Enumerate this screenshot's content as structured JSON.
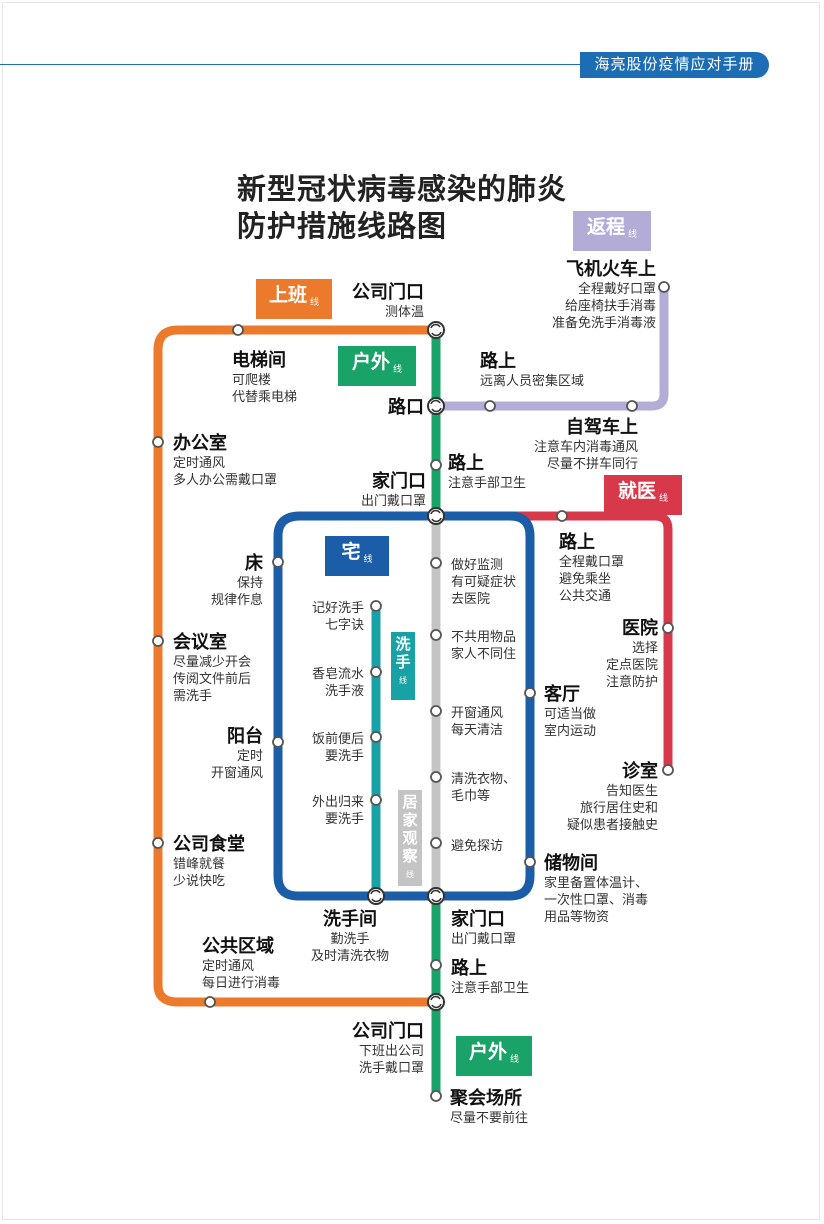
{
  "header": {
    "badge": "海亮股份疫情应对手册"
  },
  "title": {
    "line1": "新型冠状病毒感染的肺炎",
    "line2": "防护措施线路图"
  },
  "lines": {
    "return": {
      "label": "返程",
      "suffix": "线",
      "color": "#b3acd6"
    },
    "work": {
      "label": "上班",
      "suffix": "线",
      "color": "#ec7a2c"
    },
    "outdoor": {
      "label": "户外",
      "suffix": "线",
      "color": "#1aa369"
    },
    "medical": {
      "label": "就医",
      "suffix": "线",
      "color": "#d7394b"
    },
    "home": {
      "label": "宅",
      "suffix": "线",
      "color": "#1b5da6"
    },
    "handwash": {
      "label": "洗手",
      "suffix": "线",
      "color": "#18a2a5"
    },
    "observe": {
      "label": "居家观察",
      "suffix": "线",
      "color": "#c4c4c4"
    }
  },
  "stations": {
    "company_gate_top": {
      "title": "公司门口",
      "desc": [
        "测体温"
      ]
    },
    "plane_train": {
      "title": "飞机火车上",
      "desc": [
        "全程戴好口罩",
        "给座椅扶手消毒",
        "准备免洗手消毒液"
      ]
    },
    "elevator": {
      "title": "电梯间",
      "desc": [
        "可爬楼",
        "代替乘电梯"
      ]
    },
    "road_return": {
      "title": "路上",
      "desc": [
        "远离人员密集区域"
      ]
    },
    "crossing": {
      "title": "路口",
      "desc": []
    },
    "self_drive": {
      "title": "自驾车上",
      "desc": [
        "注意车内消毒通风",
        "尽量不拼车同行"
      ]
    },
    "office": {
      "title": "办公室",
      "desc": [
        "定时通风",
        "多人办公需戴口罩"
      ]
    },
    "home_gate_top": {
      "title": "家门口",
      "desc": [
        "出门戴口罩"
      ]
    },
    "road_top": {
      "title": "路上",
      "desc": [
        "注意手部卫生"
      ]
    },
    "road_medical": {
      "title": "路上",
      "desc": [
        "全程戴口罩",
        "避免乘坐",
        "公共交通"
      ]
    },
    "bed": {
      "title": "床",
      "desc": [
        "保持",
        "规律作息"
      ]
    },
    "hospital": {
      "title": "医院",
      "desc": [
        "选择",
        "定点医院",
        "注意防护"
      ]
    },
    "meeting": {
      "title": "会议室",
      "desc": [
        "尽量减少开会",
        "传阅文件前后",
        "需洗手"
      ]
    },
    "living_room": {
      "title": "客厅",
      "desc": [
        "可适当做",
        "室内运动"
      ]
    },
    "balcony": {
      "title": "阳台",
      "desc": [
        "定时",
        "开窗通风"
      ]
    },
    "clinic": {
      "title": "诊室",
      "desc": [
        "告知医生",
        "旅行居住史和",
        "疑似患者接触史"
      ]
    },
    "canteen": {
      "title": "公司食堂",
      "desc": [
        "错峰就餐",
        "少说快吃"
      ]
    },
    "storage": {
      "title": "储物间",
      "desc": [
        "家里备置体温计、",
        "一次性口罩、消毒",
        "用品等物资"
      ]
    },
    "washroom": {
      "title": "洗手间",
      "desc": [
        "勤洗手",
        "及时清洗衣物"
      ]
    },
    "home_gate_bottom": {
      "title": "家门口",
      "desc": [
        "出门戴口罩"
      ]
    },
    "public_area": {
      "title": "公共区域",
      "desc": [
        "定时通风",
        "每日进行消毒"
      ]
    },
    "road_bottom": {
      "title": "路上",
      "desc": [
        "注意手部卫生"
      ]
    },
    "company_gate_bottom": {
      "title": "公司门口",
      "desc": [
        "下班出公司",
        "洗手戴口罩"
      ]
    },
    "gathering": {
      "title": "聚会场所",
      "desc": [
        "尽量不要前往"
      ]
    }
  },
  "handwash_stops": [
    [
      "记好洗手",
      "七字诀"
    ],
    [
      "香皂流水",
      "洗手液"
    ],
    [
      "饭前便后",
      "要洗手"
    ],
    [
      "外出归来",
      "要洗手"
    ]
  ],
  "observe_stops": [
    [
      "做好监测",
      "有可疑症状",
      "去医院"
    ],
    [
      "不共用物品",
      "家人不同住"
    ],
    [
      "开窗通风",
      "每天清洁"
    ],
    [
      "清洗衣物、",
      "毛巾等"
    ],
    [
      "避免探访"
    ]
  ]
}
